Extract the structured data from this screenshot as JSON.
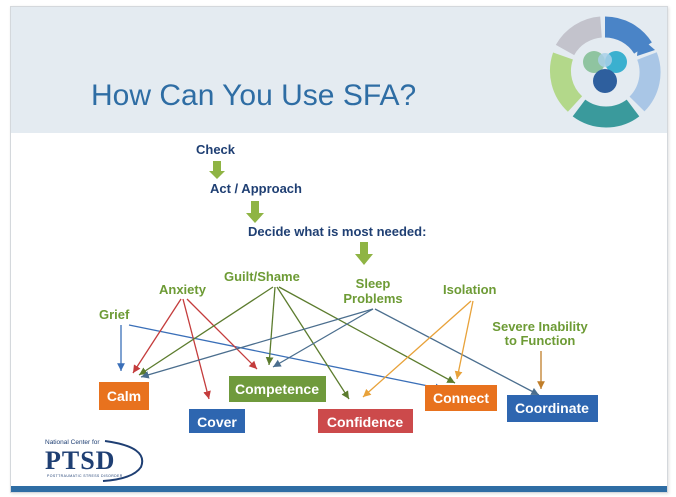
{
  "title": "How Can You Use SFA?",
  "steps": [
    "Check",
    "Act / Approach",
    "Decide what is most needed:"
  ],
  "problems": {
    "grief": "Grief",
    "anxiety": "Anxiety",
    "guilt_shame": "Guilt/Shame",
    "sleep_line1": "Sleep",
    "sleep_line2": "Problems",
    "isolation": "Isolation",
    "severe_line1": "Severe Inability",
    "severe_line2": "to Function"
  },
  "actions": {
    "calm": "Calm",
    "cover": "Cover",
    "competence": "Competence",
    "confidence": "Confidence",
    "connect": "Connect",
    "coordinate": "Coordinate"
  },
  "footer_logo": {
    "top_text": "National Center for",
    "main_text": "PTSD",
    "tagline": "POSTTRAUMATIC STRESS DISORDER"
  },
  "colors": {
    "title": "#2e6da4",
    "header_band": "#e4ebf1",
    "step_text": "#1f3f73",
    "step_arrow": "#8fb444",
    "problem_text": "#6d9b35",
    "calm": "#e8721e",
    "cover": "#2e66b0",
    "competence": "#6f9a3c",
    "confidence": "#cc4a4b",
    "connect": "#e8721e",
    "coordinate": "#2e66b0",
    "line_grief": "#3a6fb8",
    "line_anxiety": "#c43c3c",
    "line_guilt": "#5c7c2e",
    "line_sleep": "#4b6e8e",
    "line_isolation": "#e8a23a",
    "line_severe": "#c07e2a"
  }
}
